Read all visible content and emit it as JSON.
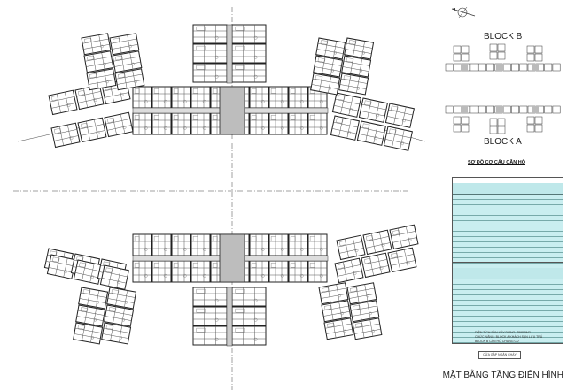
{
  "drawing": {
    "title": "MẶT BẰNG TẦNG ĐIỂN HÌNH",
    "key_plan": {
      "block_b_label": "BLOCK B",
      "block_a_label": "BLOCK A",
      "caption": "SƠ ĐỒ CƠ CẤU CĂN HỘ"
    },
    "notes": [
      "DIỆN TÍCH SÀN XÂY DỰNG: 7898,5M2",
      "CHỨC NĂNG: BLOCK A KHÁCH SẠN LƯU TRÚ",
      "BLOCK B CĂN HỘ CHUNG CƯ"
    ],
    "legend_label": "CỬA GẬP NGĂN CHÁY",
    "icons": [
      "north-arrow-icon"
    ],
    "colors": {
      "line": "#222222",
      "table_fill": "#c9eef0",
      "core_fill": "#bdbdbd"
    }
  }
}
